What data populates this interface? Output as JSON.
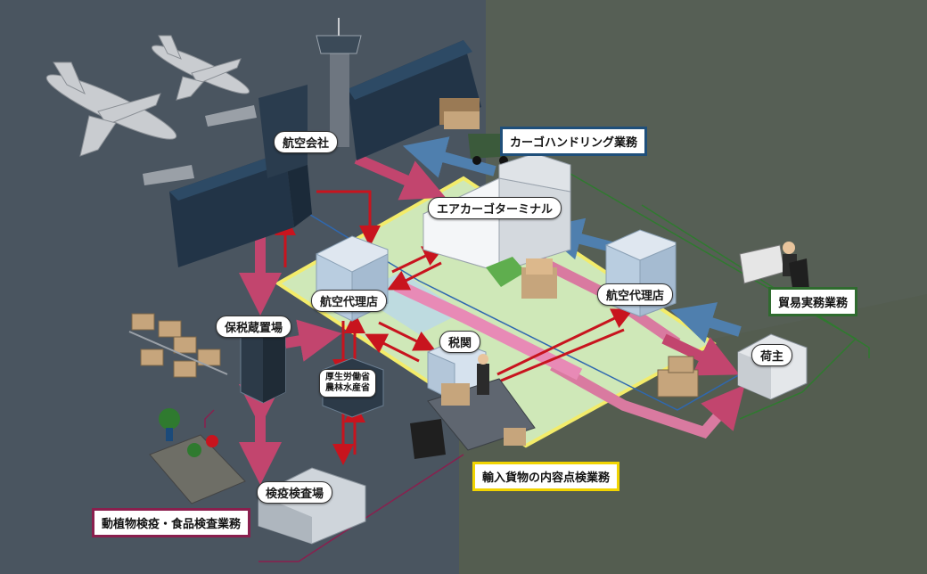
{
  "labels": {
    "airline": "航空会社",
    "air_cargo_terminal": "エアカーゴターミナル",
    "air_agent_left": "航空代理店",
    "air_agent_right": "航空代理店",
    "bonded_warehouse": "保税蔵置場",
    "customs": "税関",
    "mhlw_maff": "厚生労働省\n農林水産省",
    "shipper": "荷主",
    "quarantine_station": "検疫検査場"
  },
  "categories": {
    "cargo_handling": "カーゴハンドリング業務",
    "trade_practice": "貿易実務業務",
    "import_inspection": "輸入貨物の内容点検業務",
    "plant_animal_inspection": "動植物検疫・食品検査業務"
  },
  "colors": {
    "left_bg": "#4a5560",
    "right_bg": "#565f55",
    "floor_fill": "#cfe8b8",
    "floor_border": "#f3ec6a",
    "red_arrow": "#c8141e",
    "pink_arrow": "#c2456e",
    "blue_arrow": "#4f7fae",
    "cargo_handling_border": "#1f4f7a",
    "trade_practice_border": "#2f6b2f",
    "import_inspection_border": "#f1d400",
    "plant_animal_border": "#8a1f4e"
  }
}
